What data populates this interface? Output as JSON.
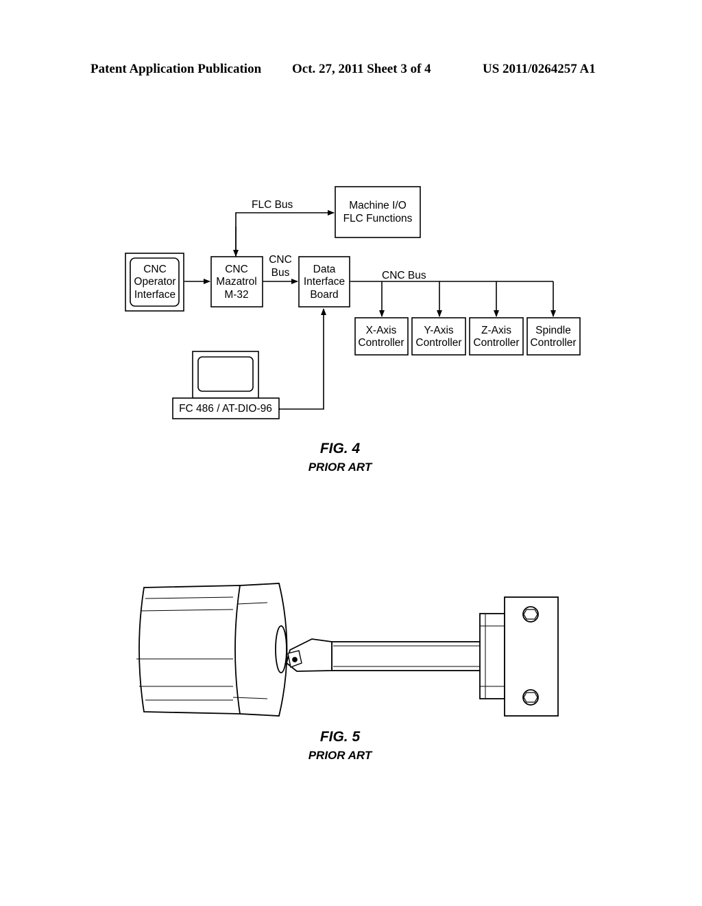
{
  "header": {
    "publication": "Patent Application Publication",
    "date_sheet": "Oct. 27, 2011   Sheet 3 of 4",
    "number": "US 2011/0264257 A1"
  },
  "fig4": {
    "blocks": {
      "operator": [
        "CNC",
        "Operator",
        "Interface"
      ],
      "mazatrol": [
        "CNC",
        "Mazatrol",
        "M-32"
      ],
      "data_interface": [
        "Data",
        "Interface",
        "Board"
      ],
      "machine_io": [
        "Machine I/O",
        "FLC Functions"
      ],
      "x_axis": [
        "X-Axis",
        "Controller"
      ],
      "y_axis": [
        "Y-Axis",
        "Controller"
      ],
      "z_axis": [
        "Z-Axis",
        "Controller"
      ],
      "spindle": [
        "Spindle",
        "Controller"
      ],
      "pc": "FC 486 / AT-DIO-96"
    },
    "labels": {
      "flc_bus": "FLC Bus",
      "cnc_bus_short": [
        "CNC",
        "Bus"
      ],
      "cnc_bus": "CNC Bus"
    },
    "caption": "FIG. 4",
    "subcaption": "PRIOR ART"
  },
  "fig5": {
    "caption": "FIG. 5",
    "subcaption": "PRIOR ART"
  }
}
